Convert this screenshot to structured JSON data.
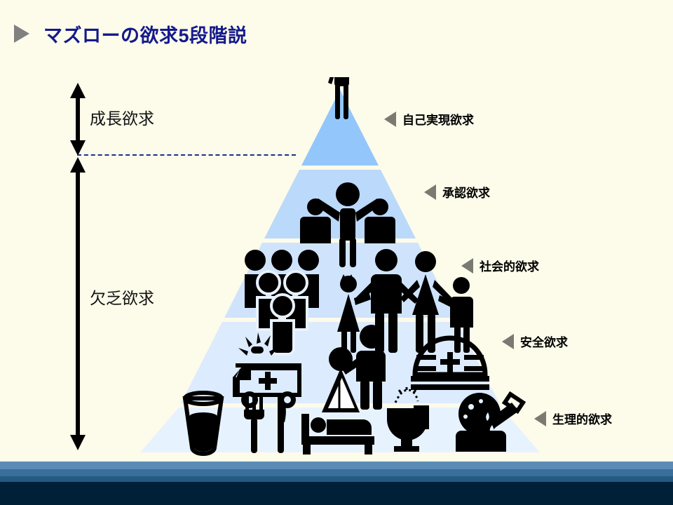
{
  "slide": {
    "background_color": "#FDFBEA",
    "title": "マズローの欲求5段階説",
    "title_color": "#141A8C"
  },
  "pyramid": {
    "tier_colors": [
      "#93C7FB",
      "#BBD9FA",
      "#CFE4FC",
      "#DCEBFD",
      "#E6F2FE"
    ],
    "tiers": [
      {
        "level": 1,
        "label": "自己実現欲求",
        "icons": [
          "person-arm-raised-icon"
        ]
      },
      {
        "level": 2,
        "label": "承認欲求",
        "icons": [
          "group-cheering-icon"
        ]
      },
      {
        "level": 3,
        "label": "社会的欲求",
        "icons": [
          "crowd-icon",
          "family-icon"
        ]
      },
      {
        "level": 4,
        "label": "安全欲求",
        "icons": [
          "ambulance-icon",
          "rescue-icon",
          "shelter-aid-icon"
        ]
      },
      {
        "level": 5,
        "label": "生理的欲求",
        "icons": [
          "water-glass-icon",
          "fork-knife-icon",
          "bed-sleep-icon",
          "toilet-icon",
          "drinking-person-icon"
        ]
      }
    ]
  },
  "ranges": [
    {
      "id": "growth",
      "label": "成長欲求"
    },
    {
      "id": "deficiency",
      "label": "欠乏欲求"
    }
  ],
  "icons": {
    "title_bullet": "triangle-right-icon",
    "tier_pointer": "triangle-left-icon"
  },
  "footer": {
    "band_colors": [
      "#5B8CB5",
      "#3A6E9B",
      "#235B82",
      "#002038"
    ]
  }
}
